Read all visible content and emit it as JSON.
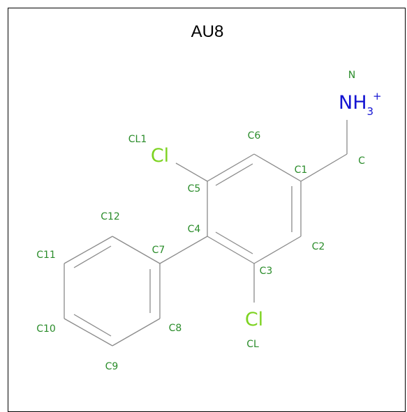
{
  "title": "AU8",
  "atom_labels": {
    "N": "N",
    "C": "C",
    "C1": "C1",
    "C2": "C2",
    "C3": "C3",
    "C4": "C4",
    "C5": "C5",
    "C6": "C6",
    "C7": "C7",
    "C8": "C8",
    "C9": "C9",
    "C10": "C10",
    "C11": "C11",
    "C12": "C12",
    "CL1": "CL1",
    "CL": "CL"
  },
  "elements": {
    "cl_top": "Cl",
    "cl_bottom": "Cl",
    "amine": "NH",
    "amine_subscript": "3",
    "amine_charge": "+"
  },
  "colors": {
    "bond": "#8a8a8a",
    "chlorine": "#7dd321",
    "nitrogen": "#1414d2",
    "atom_label": "#2a8c2a"
  }
}
